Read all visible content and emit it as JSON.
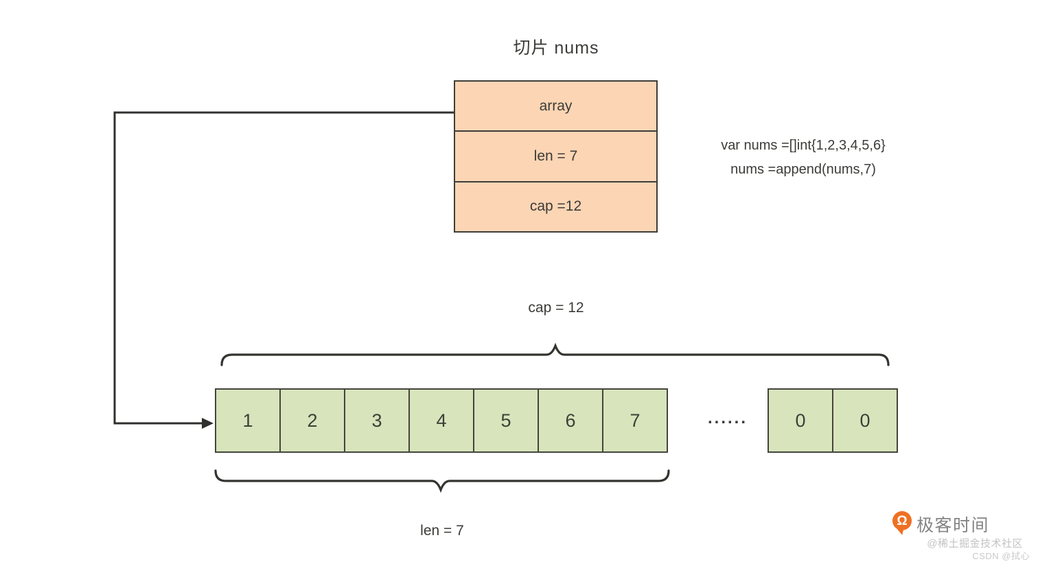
{
  "title": "切片 nums",
  "struct_box": {
    "fields": [
      {
        "label": "array"
      },
      {
        "label": "len = 7"
      },
      {
        "label": "cap =12"
      }
    ]
  },
  "code": {
    "line1": "var nums =[]int{1,2,3,4,5,6}",
    "line2": "nums =append(nums,7)"
  },
  "cap_label": "cap = 12",
  "len_label": "len = 7",
  "array_cells": [
    "1",
    "2",
    "3",
    "4",
    "5",
    "6",
    "7"
  ],
  "ellipsis": "......",
  "extra_cells": [
    "0",
    "0"
  ],
  "watermark": {
    "brand": "极客时间",
    "logo_glyph": "Ω",
    "line1": "@稀土掘金技术社区",
    "line2": "CSDN @拭心"
  },
  "colors": {
    "struct_fill": "#fcd5b4",
    "cell_fill": "#d7e4bc",
    "stroke": "#3e3d38",
    "logo_orange": "#ee7024",
    "brand_gray": "#848484",
    "watermark_gray": "#c3c3c3"
  }
}
